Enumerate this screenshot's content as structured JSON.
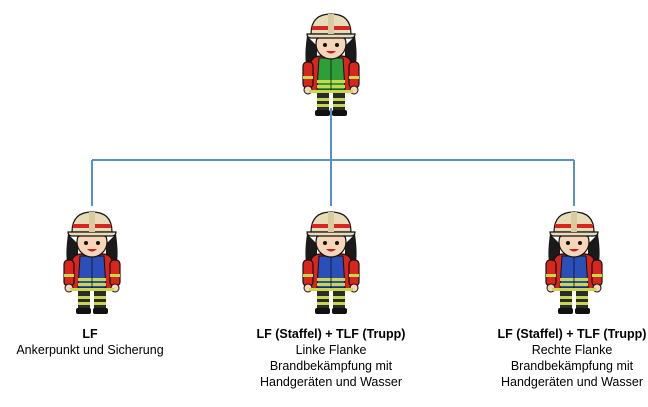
{
  "colors": {
    "connector": "#5b8fc7",
    "vest_leader": "#2e9e3a",
    "vest_team": "#2a4fb8",
    "jacket": "#d7261e",
    "trim": "#c8d84a",
    "helmet": "#e8dcb8",
    "hair": "#1a1a1a",
    "skin": "#f6d5b8"
  },
  "leader": {
    "vest": "green"
  },
  "teams": [
    {
      "vest": "blue",
      "title": "LF",
      "lines": [
        "Ankerpunkt und Sicherung"
      ]
    },
    {
      "vest": "blue",
      "title": "LF (Staffel) + TLF (Trupp)",
      "lines": [
        "Linke Flanke",
        "Brandbekämpfung mit",
        "Handgeräten und Wasser"
      ]
    },
    {
      "vest": "blue",
      "title": "LF (Staffel) + TLF (Trupp)",
      "lines": [
        "Rechte Flanke",
        "Brandbekämpfung mit",
        "Handgeräten und Wasser"
      ]
    }
  ]
}
